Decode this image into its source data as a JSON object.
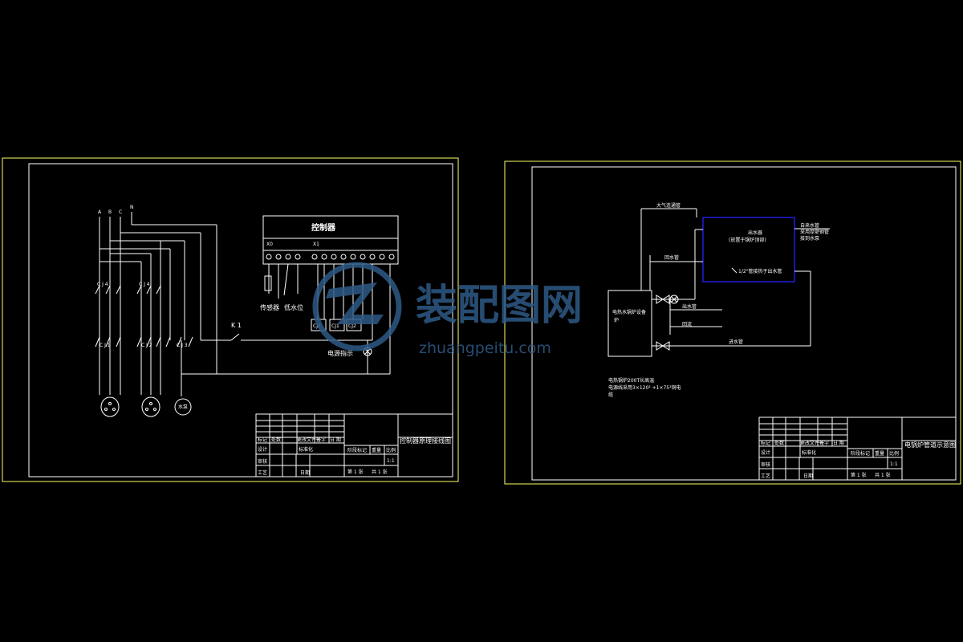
{
  "colors": {
    "background": "#000000",
    "line": "#ffffff",
    "frame": "#ffff66",
    "tank": "#2222ff",
    "watermark": "#2e5a86"
  },
  "watermark": {
    "logo_icon": "zhuangpeitu-logo-icon",
    "cn": "装配图网",
    "en": "zhuangpeitu.com"
  },
  "left_sheet": {
    "phases": [
      "A",
      "B",
      "C",
      "N"
    ],
    "contactors_top": [
      "C J 4",
      "C J 4"
    ],
    "contactors_mid": [
      "C J 1",
      "C J 2",
      "C J 3"
    ],
    "motor_last": "水泵",
    "controller": {
      "title": "控制器",
      "block1": "X0",
      "block2": "X1"
    },
    "sensor_labels": [
      "传感器",
      "低水位"
    ],
    "relay_labels": [
      "CJ3",
      "CJ1",
      "CJ2"
    ],
    "switch_label": "K 1",
    "lamp_label": "电源指示",
    "title_block": {
      "row_a": [
        "标记",
        "处数",
        "更改文件号",
        "签字",
        "日 期"
      ],
      "row_b": [
        "设计",
        "标准化"
      ],
      "row_c": [
        "审核"
      ],
      "row_d": [
        "工艺",
        "日期"
      ],
      "stage_label": "阶段标记",
      "weight_label": "重量",
      "scale_label": "比例",
      "scale": "1:1",
      "sheet": "第 1 张",
      "total": "共 1 张",
      "drawing_title": "控制器原理接线图"
    }
  },
  "right_sheet": {
    "labels": {
      "vent": "大气连通管",
      "tank_name": "出水器",
      "tank_note": "(放置于锅炉顶部)",
      "return_pipe": "回水管",
      "outlet_note": "1/2\"管接热子出水管",
      "city_water": [
        "自来水管",
        "采用厚壁钢管",
        "接到水泵"
      ],
      "boiler": "电热水锅炉设备",
      "boiler_tag": "炉",
      "out_pipe": "出水管",
      "relief": "回流",
      "in_pipe": "进水管",
      "note": [
        "电热锅炉200T长高温",
        "电源线采用3×120² +1×75²铜电",
        "缆"
      ]
    },
    "title_block": {
      "row_a": [
        "标记",
        "处数",
        "更改文件号",
        "签字",
        "日 期"
      ],
      "row_b": [
        "设计",
        "标准化"
      ],
      "row_c": [
        "审核"
      ],
      "row_d": [
        "工艺",
        "日期"
      ],
      "stage_label": "阶段标记",
      "weight_label": "重量",
      "scale_label": "比例",
      "scale": "1:1",
      "sheet": "第 1 张",
      "total": "共 1 张",
      "drawing_title": "电锅炉管道示意图"
    }
  }
}
